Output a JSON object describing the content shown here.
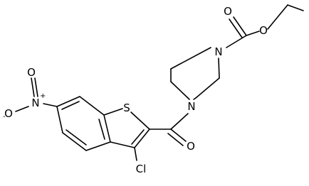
{
  "structure": {
    "atoms": {
      "o_ester_carbonyl": "O",
      "o_ester_single": "O",
      "n_carbamate": "N",
      "n_amide": "N",
      "o_amide": "O",
      "s_thiophene": "S",
      "cl": "Cl",
      "n_nitro": "N",
      "n_nitro_charge": "+",
      "o_nitro_top": "O",
      "o_nitro_left": "O",
      "o_nitro_charge": "-"
    }
  }
}
